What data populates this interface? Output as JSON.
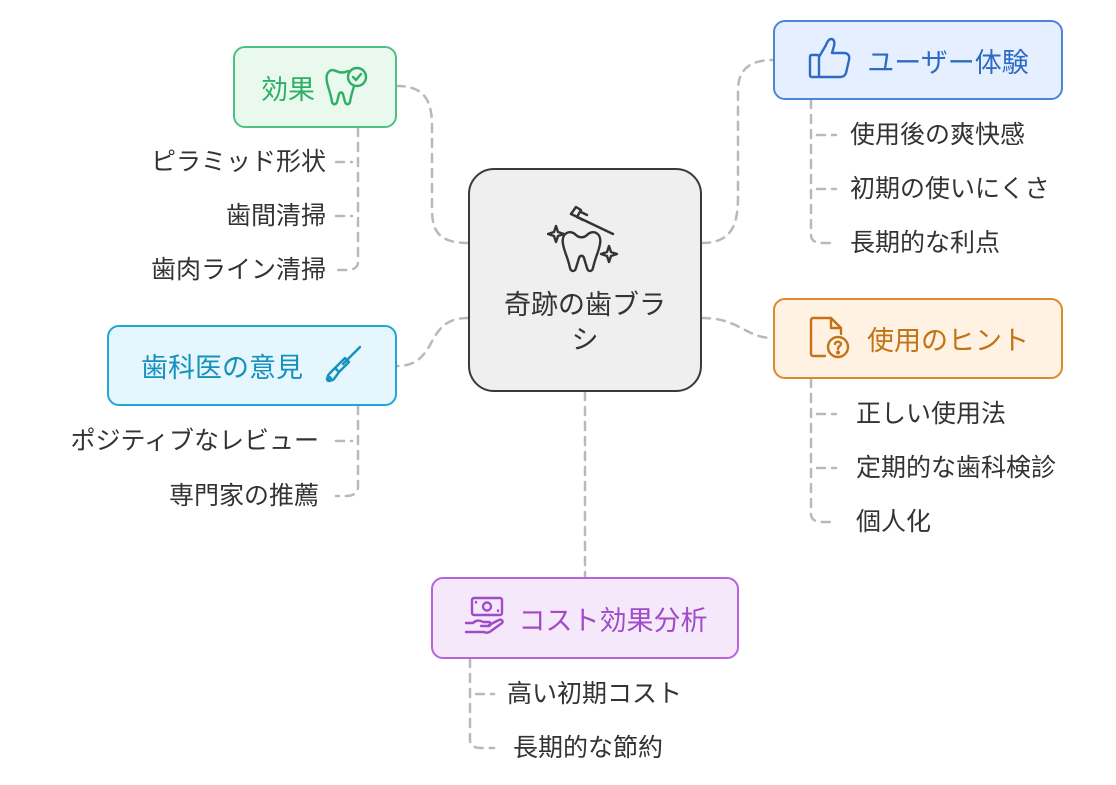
{
  "center": {
    "label": "奇跡の歯ブラシ",
    "icon": "toothbrush-tooth-sparkle-icon"
  },
  "branches": {
    "effect": {
      "label": "効果",
      "icon": "tooth-check-icon",
      "color": "#2fae66",
      "items": [
        "ピラミッド形状",
        "歯間清掃",
        "歯肉ライン清掃"
      ]
    },
    "user_experience": {
      "label": "ユーザー体験",
      "icon": "thumbs-up-icon",
      "color": "#2e6bc2",
      "items": [
        "使用後の爽快感",
        "初期の使いにくさ",
        "長期的な利点"
      ]
    },
    "expert_opinion": {
      "label": "歯科医の意見",
      "icon": "dental-tool-icon",
      "color": "#1591bd",
      "items": [
        "ポジティブなレビュー",
        "専門家の推薦"
      ]
    },
    "usage_hints": {
      "label": "使用のヒント",
      "icon": "document-question-icon",
      "color": "#c27217",
      "items": [
        "正しい使用法",
        "定期的な歯科検診",
        "個人化"
      ]
    },
    "cost_benefit": {
      "label": "コスト効果分析",
      "icon": "hand-money-icon",
      "color": "#a04bc8",
      "items": [
        "高い初期コスト",
        "長期的な節約"
      ]
    }
  }
}
